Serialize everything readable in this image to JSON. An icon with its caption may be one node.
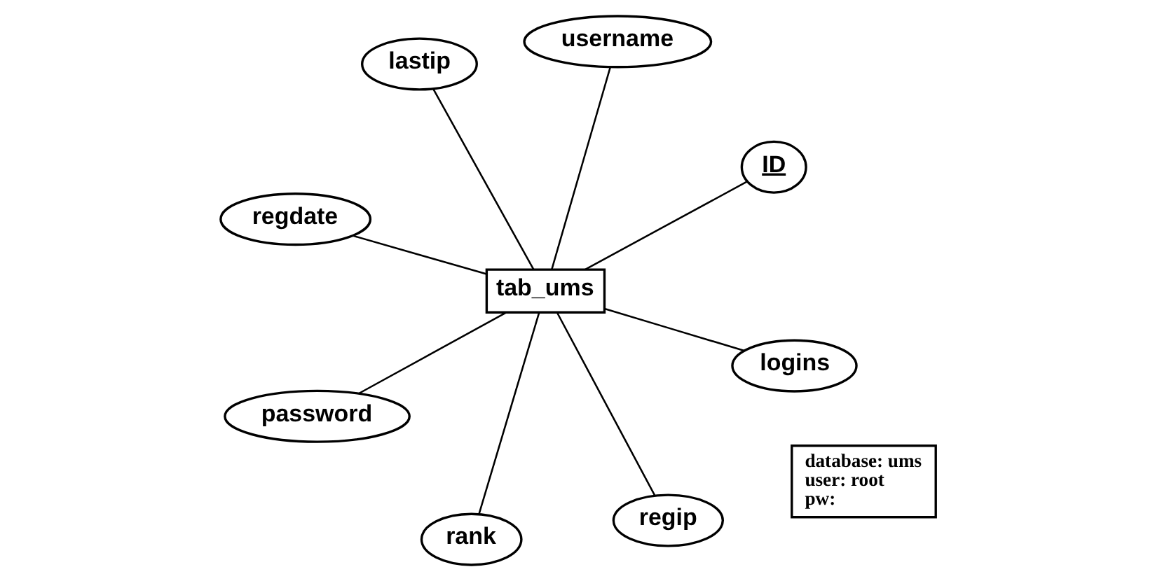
{
  "diagram": {
    "nodes": [
      {
        "text": [
          "regdate"
        ]
      },
      {
        "text": [
          "ID"
        ]
      },
      {
        "text": [
          "regip"
        ]
      },
      {
        "text": [
          "username"
        ]
      },
      {
        "text": [
          "tab_ums"
        ]
      },
      {
        "text": [
          "lastip"
        ]
      },
      {
        "text": [
          "password"
        ]
      },
      {
        "text": [
          "logins"
        ]
      },
      {
        "text": [
          "rank"
        ]
      },
      {
        "text": [
          "database: ums",
          "user: root",
          "pw:"
        ]
      }
    ],
    "edges": [
      {
        "from": 4,
        "to": 0,
        "arrow": "none"
      },
      {
        "from": 4,
        "to": 1,
        "arrow": "none"
      },
      {
        "from": 4,
        "to": 2,
        "arrow": "none"
      },
      {
        "from": 4,
        "to": 3,
        "arrow": "none"
      },
      {
        "from": 4,
        "to": 5,
        "arrow": "none"
      },
      {
        "from": 4,
        "to": 6,
        "arrow": "none"
      },
      {
        "from": 4,
        "to": 7,
        "arrow": "none"
      },
      {
        "from": 4,
        "to": 8,
        "arrow": "none"
      }
    ]
  }
}
